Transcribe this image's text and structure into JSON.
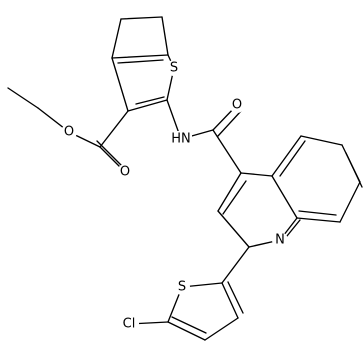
{
  "atoms": [
    {
      "id": "S1",
      "label": "S"
    },
    {
      "id": "O1",
      "label": "O"
    },
    {
      "id": "O2",
      "label": "O"
    },
    {
      "id": "NH",
      "label": "HN"
    },
    {
      "id": "O3",
      "label": "O"
    },
    {
      "id": "N1",
      "label": "N"
    },
    {
      "id": "S2",
      "label": "S"
    },
    {
      "id": "Cl1",
      "label": "Cl"
    }
  ],
  "colors": {
    "bond": "#000000",
    "label": "#000000",
    "background": "#ffffff"
  }
}
